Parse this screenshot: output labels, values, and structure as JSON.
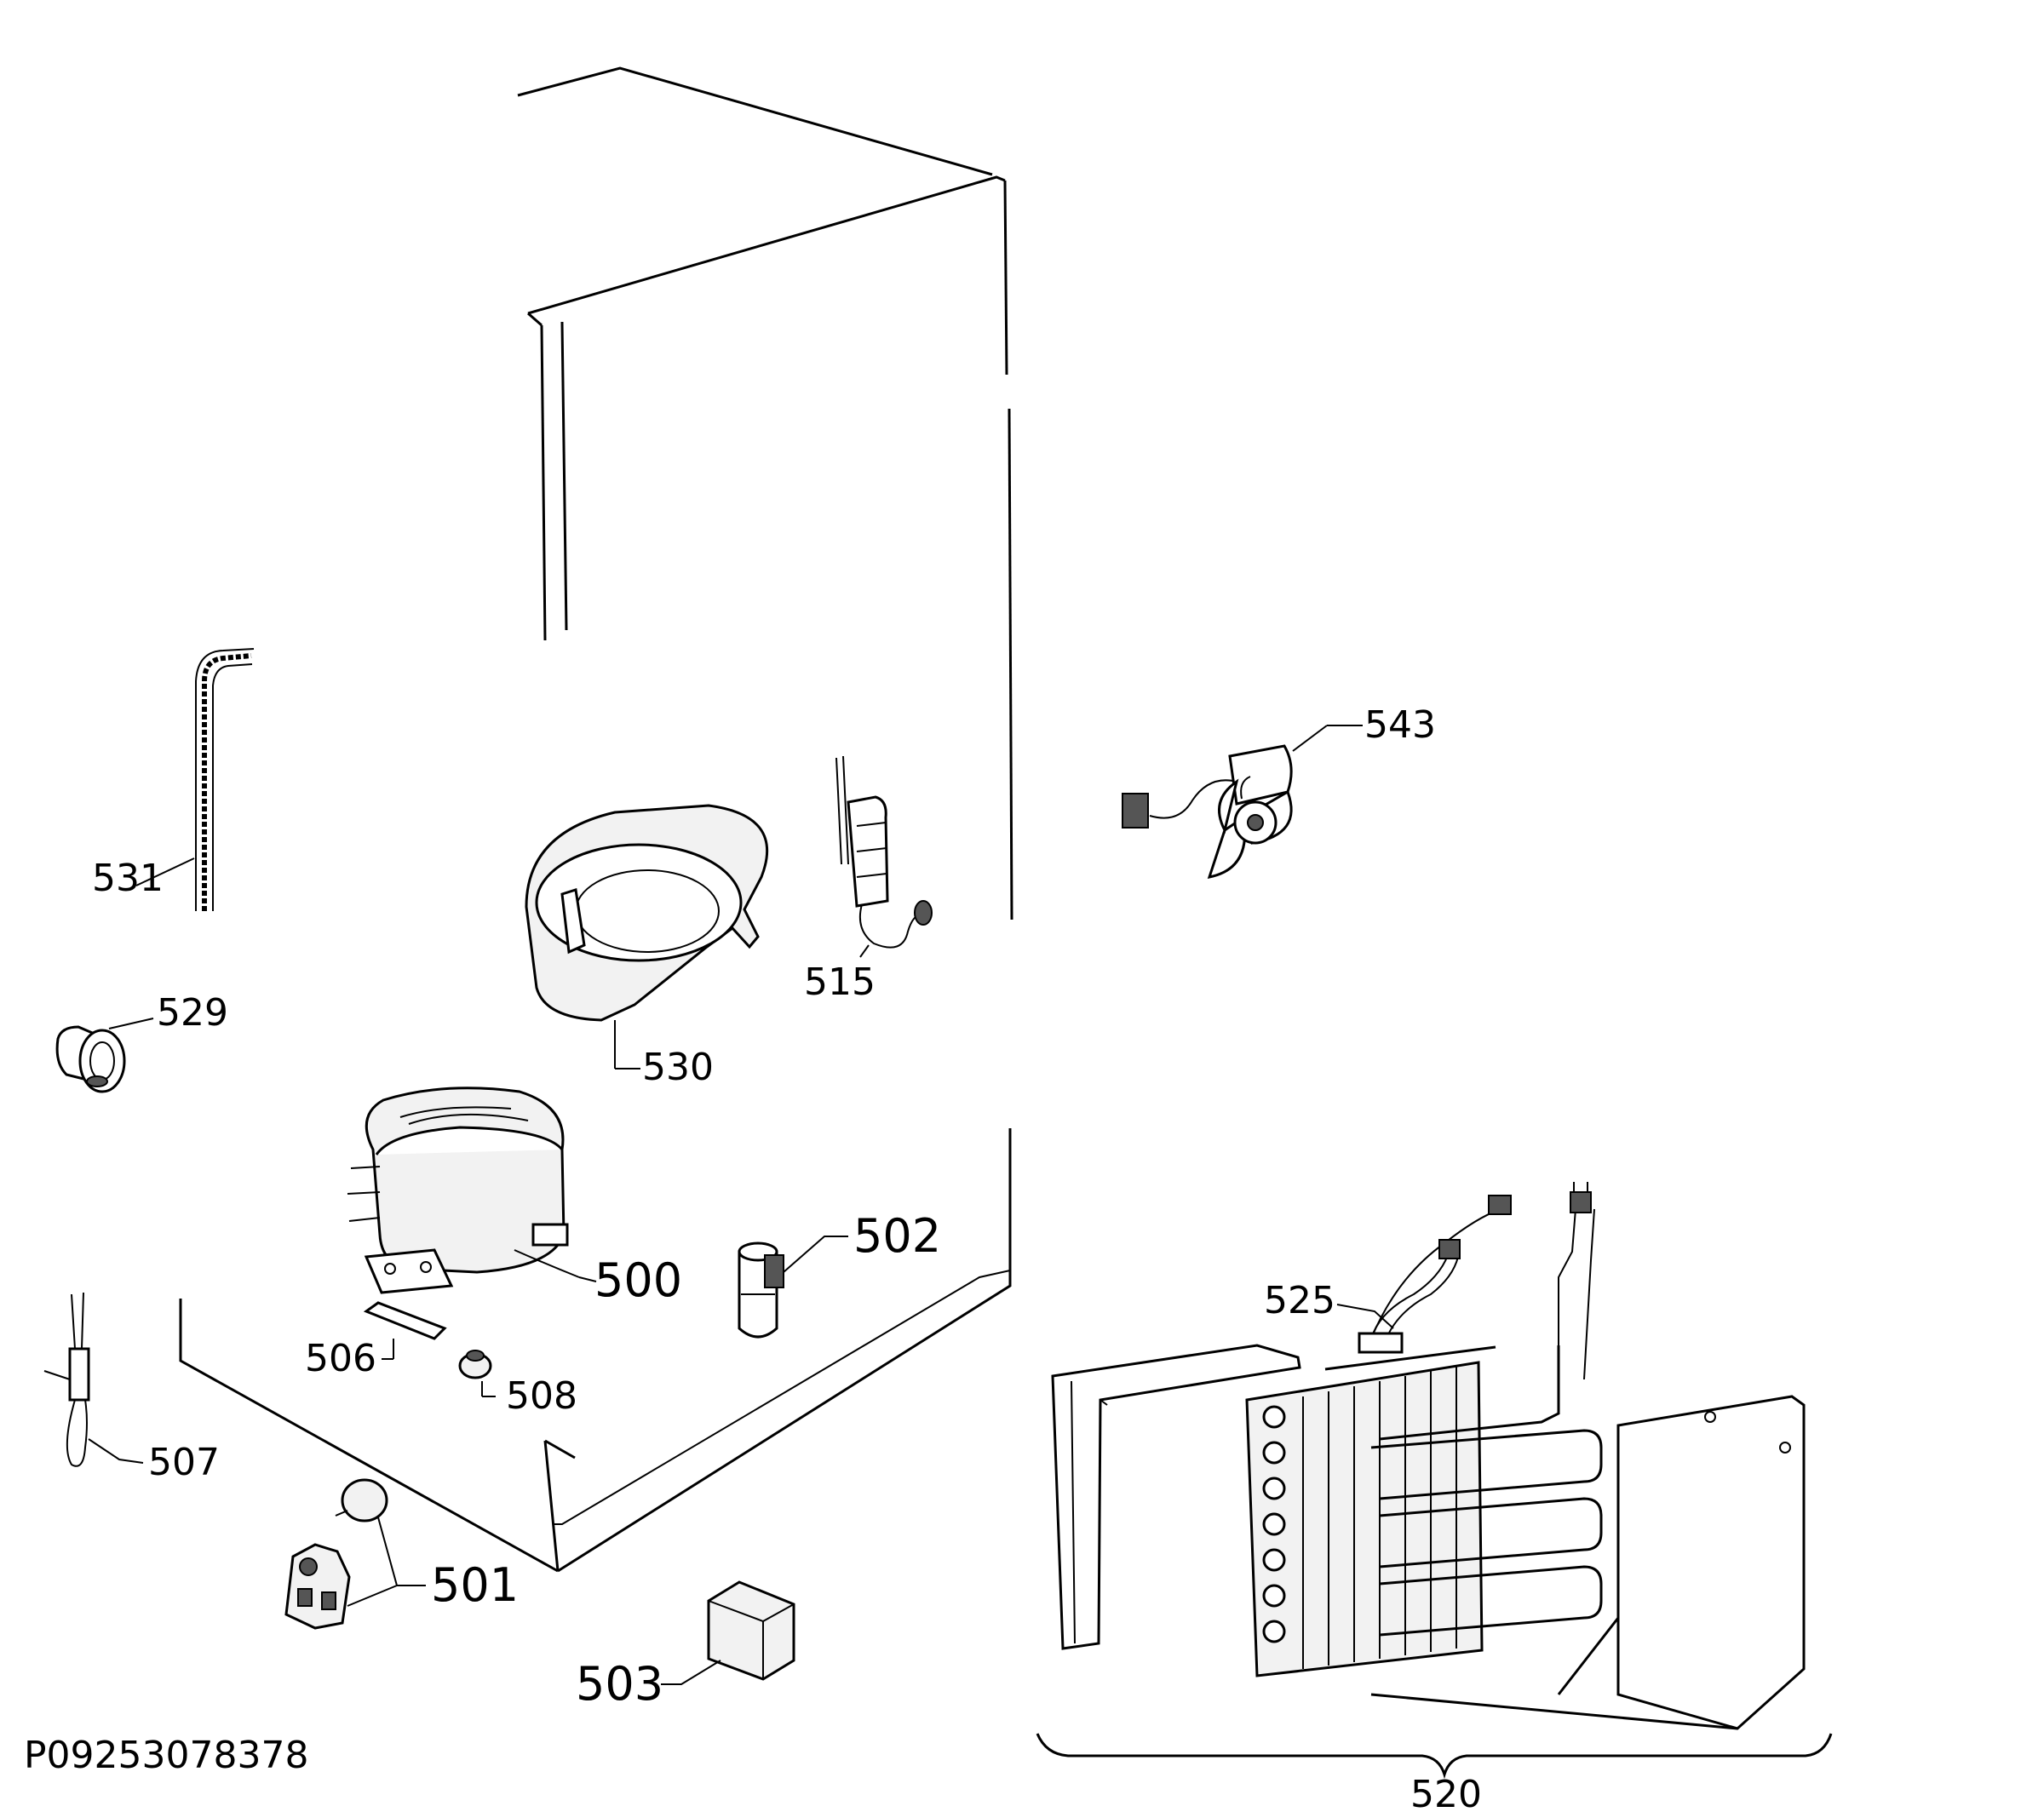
{
  "diagram_code": "P09253078378",
  "callouts": {
    "c500": "500",
    "c501": "501",
    "c502": "502",
    "c503": "503",
    "c506": "506",
    "c507": "507",
    "c508": "508",
    "c515": "515",
    "c520": "520",
    "c525": "525",
    "c529": "529",
    "c530": "530",
    "c531": "531",
    "c543": "543"
  }
}
